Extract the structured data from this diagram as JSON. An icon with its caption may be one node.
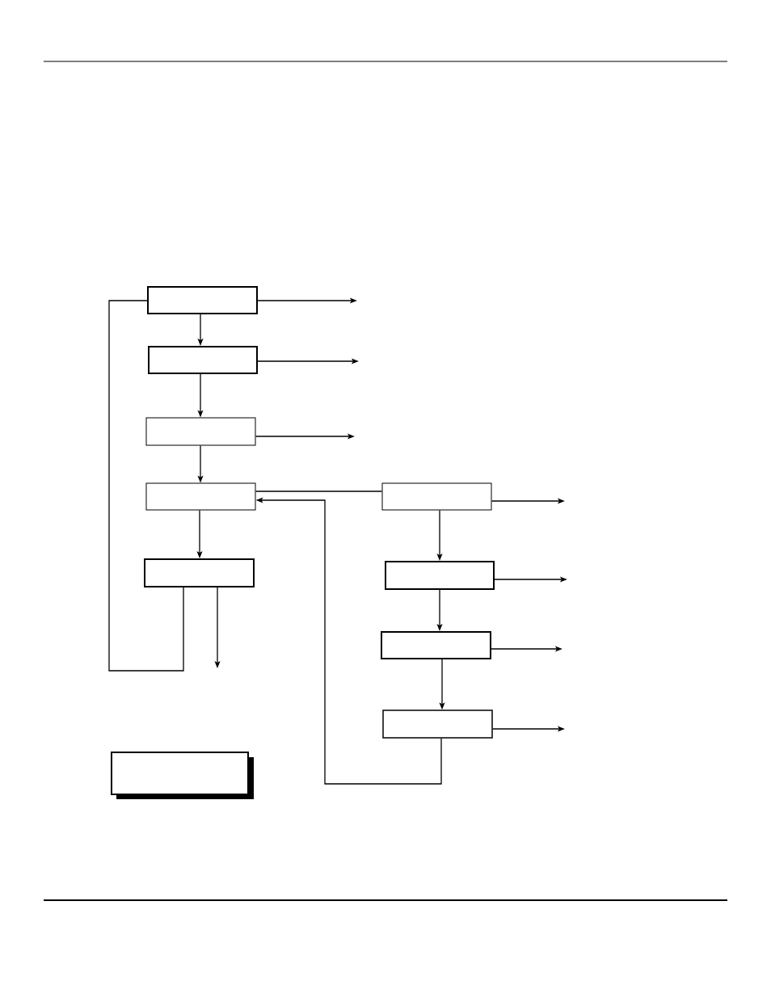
{
  "diagram": {
    "nodes": [
      {
        "text": [],
        "shape": "box"
      },
      {
        "text": [],
        "shape": "box"
      },
      {
        "text": [],
        "shape": "box"
      },
      {
        "text": [],
        "shape": "box"
      },
      {
        "text": [],
        "shape": "box"
      },
      {
        "text": [],
        "shape": "box"
      },
      {
        "text": [],
        "shape": "box"
      },
      {
        "text": [],
        "shape": "box"
      },
      {
        "text": [],
        "shape": "box"
      },
      {
        "text": [],
        "shape": "box"
      }
    ],
    "edges": [
      {
        "from": 0,
        "to": 1,
        "arrow": "to"
      },
      {
        "from": 0,
        "to": null,
        "arrow": "to"
      },
      {
        "from": 1,
        "to": 2,
        "arrow": "to"
      },
      {
        "from": 1,
        "to": null,
        "arrow": "to"
      },
      {
        "from": 2,
        "to": 3,
        "arrow": "to"
      },
      {
        "from": 2,
        "to": null,
        "arrow": "to"
      },
      {
        "from": 3,
        "to": 4,
        "arrow": "to"
      },
      {
        "from": 3,
        "to": 5,
        "arrow": "none"
      },
      {
        "from": 4,
        "to": 0,
        "arrow": "none"
      },
      {
        "from": 4,
        "to": null,
        "arrow": "to"
      },
      {
        "from": 5,
        "to": 6,
        "arrow": "to"
      },
      {
        "from": 5,
        "to": null,
        "arrow": "to"
      },
      {
        "from": 6,
        "to": 7,
        "arrow": "to"
      },
      {
        "from": 6,
        "to": null,
        "arrow": "to"
      },
      {
        "from": 7,
        "to": 8,
        "arrow": "to"
      },
      {
        "from": 7,
        "to": null,
        "arrow": "to"
      },
      {
        "from": 8,
        "to": 3,
        "arrow": "to"
      },
      {
        "from": 8,
        "to": null,
        "arrow": "to"
      }
    ]
  }
}
